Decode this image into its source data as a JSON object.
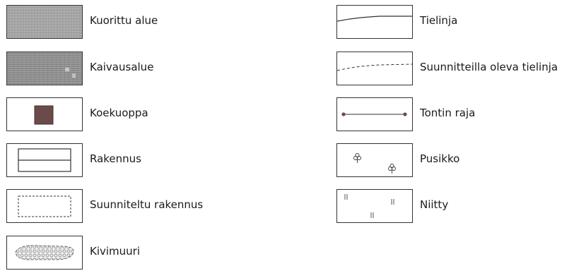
{
  "legend": {
    "left": [
      {
        "label": "Kuorittu alue",
        "symbol": "hatched-fill-icon",
        "fill": "#a9a9a9"
      },
      {
        "label": "Kaivausalue",
        "symbol": "dark-hatched-fill-icon",
        "fill": "#8e8e8e"
      },
      {
        "label": "Koekuoppa",
        "symbol": "square-pit-icon",
        "fill": "#6b4a4a"
      },
      {
        "label": "Rakennus",
        "symbol": "building-icon"
      },
      {
        "label": "Suunniteltu rakennus",
        "symbol": "dashed-building-icon"
      },
      {
        "label": "Kivimuuri",
        "symbol": "stone-wall-icon"
      }
    ],
    "right": [
      {
        "label": "Tielinja",
        "symbol": "solid-road-line-icon"
      },
      {
        "label": "Suunnitteilla oleva tielinja",
        "symbol": "dashed-road-line-icon"
      },
      {
        "label": "Tontin raja",
        "symbol": "plot-boundary-icon"
      },
      {
        "label": "Pusikko",
        "symbol": "shrub-icon"
      },
      {
        "label": "Niitty",
        "symbol": "meadow-icon"
      }
    ]
  }
}
